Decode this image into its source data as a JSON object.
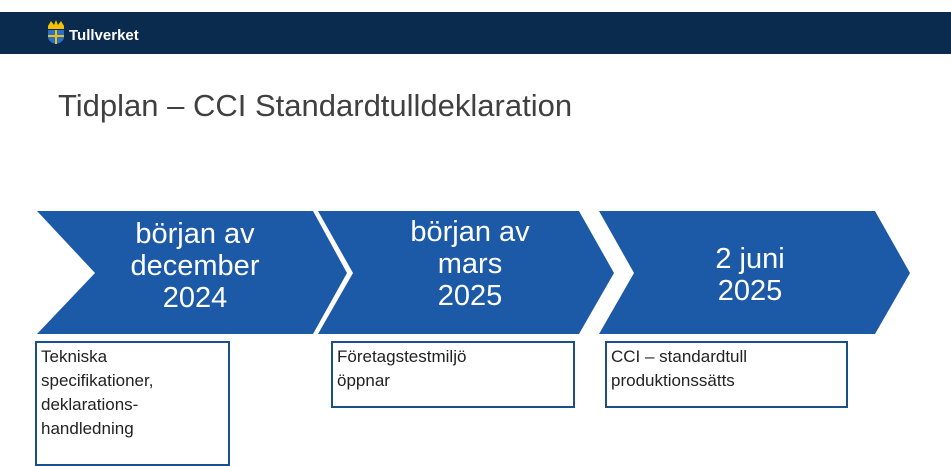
{
  "header": {
    "logo_text": "Tullverket",
    "bar_color": "#0a2b4e"
  },
  "title": "Tidplan – CCI Standardtulldeklaration",
  "chevron_color": "#1c5aa7",
  "milestones": [
    {
      "date_lines": [
        "början av",
        "december",
        "2024"
      ],
      "description": "Tekniska\nspecifikationer,\ndeklarations-\nhandledning"
    },
    {
      "date_lines": [
        "början av",
        "mars",
        "2025"
      ],
      "description": "Företagstestmiljö\n öppnar"
    },
    {
      "date_lines": [
        "2 juni",
        "2025"
      ],
      "description": "CCI – standardtull\nproduktionssätts"
    }
  ]
}
